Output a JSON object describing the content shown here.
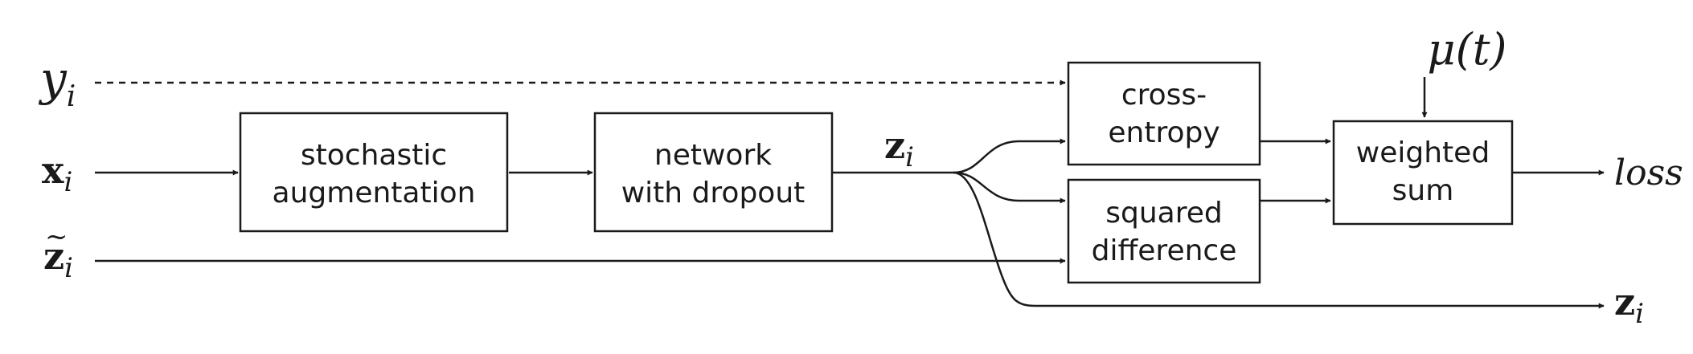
{
  "inputs": {
    "y": {
      "base": "y",
      "sub": "i"
    },
    "x": {
      "base": "x",
      "sub": "i"
    },
    "z_tilde": {
      "base": "z",
      "accent": "~",
      "sub": "i"
    }
  },
  "blocks": {
    "augmentation": {
      "line1": "stochastic",
      "line2": "augmentation"
    },
    "network": {
      "line1": "network",
      "line2": "with dropout"
    },
    "cross_entropy": {
      "line1": "cross-",
      "line2": "entropy"
    },
    "squared_difference": {
      "line1": "squared",
      "line2": "difference"
    },
    "weighted_sum": {
      "line1": "weighted",
      "line2": "sum"
    }
  },
  "signals": {
    "z_mid": {
      "base": "z",
      "sub": "i"
    },
    "z_out": {
      "base": "z",
      "sub": "i"
    },
    "mu": {
      "text": "μ(t)"
    },
    "loss": {
      "text": "loss"
    }
  }
}
